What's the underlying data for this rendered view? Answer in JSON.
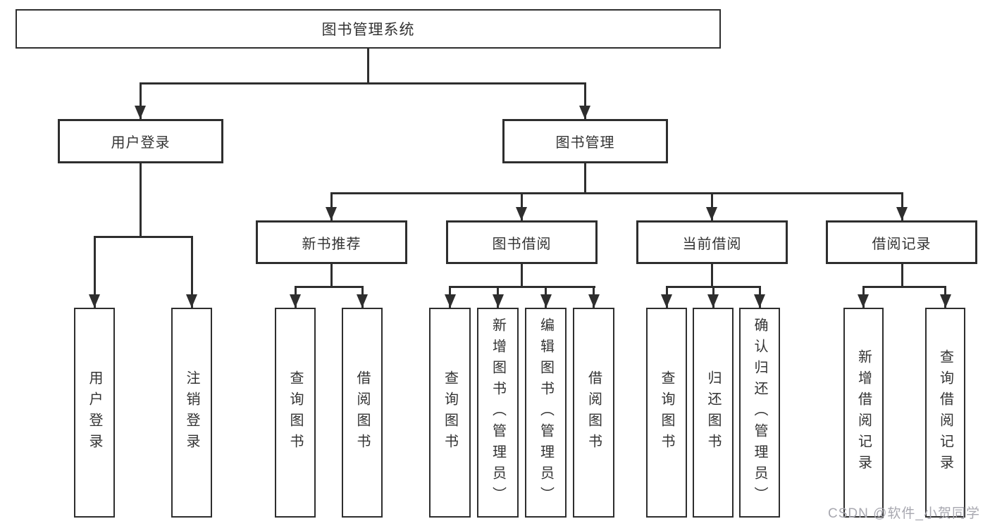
{
  "colors": {
    "line": "#2e2e2e",
    "text": "#333333",
    "watermark": "#a8a8b0"
  },
  "watermark": "CSDN @软件_小贺同学",
  "tree": {
    "root": "图书管理系统",
    "user": {
      "label": "用户登录",
      "children": [
        "用户登录",
        "注销登录"
      ]
    },
    "mgmt": {
      "label": "图书管理",
      "groups": [
        {
          "label": "新书推荐",
          "children": [
            "查询图书",
            "借阅图书"
          ]
        },
        {
          "label": "图书借阅",
          "children": [
            "查询图书",
            "新增图书（管理员）",
            "编辑图书（管理员）",
            "借阅图书"
          ]
        },
        {
          "label": "当前借阅",
          "children": [
            "查询图书",
            "归还图书",
            "确认归还（管理员）"
          ]
        },
        {
          "label": "借阅记录",
          "children": [
            "新增借阅记录",
            "查询借阅记录"
          ]
        }
      ]
    }
  }
}
